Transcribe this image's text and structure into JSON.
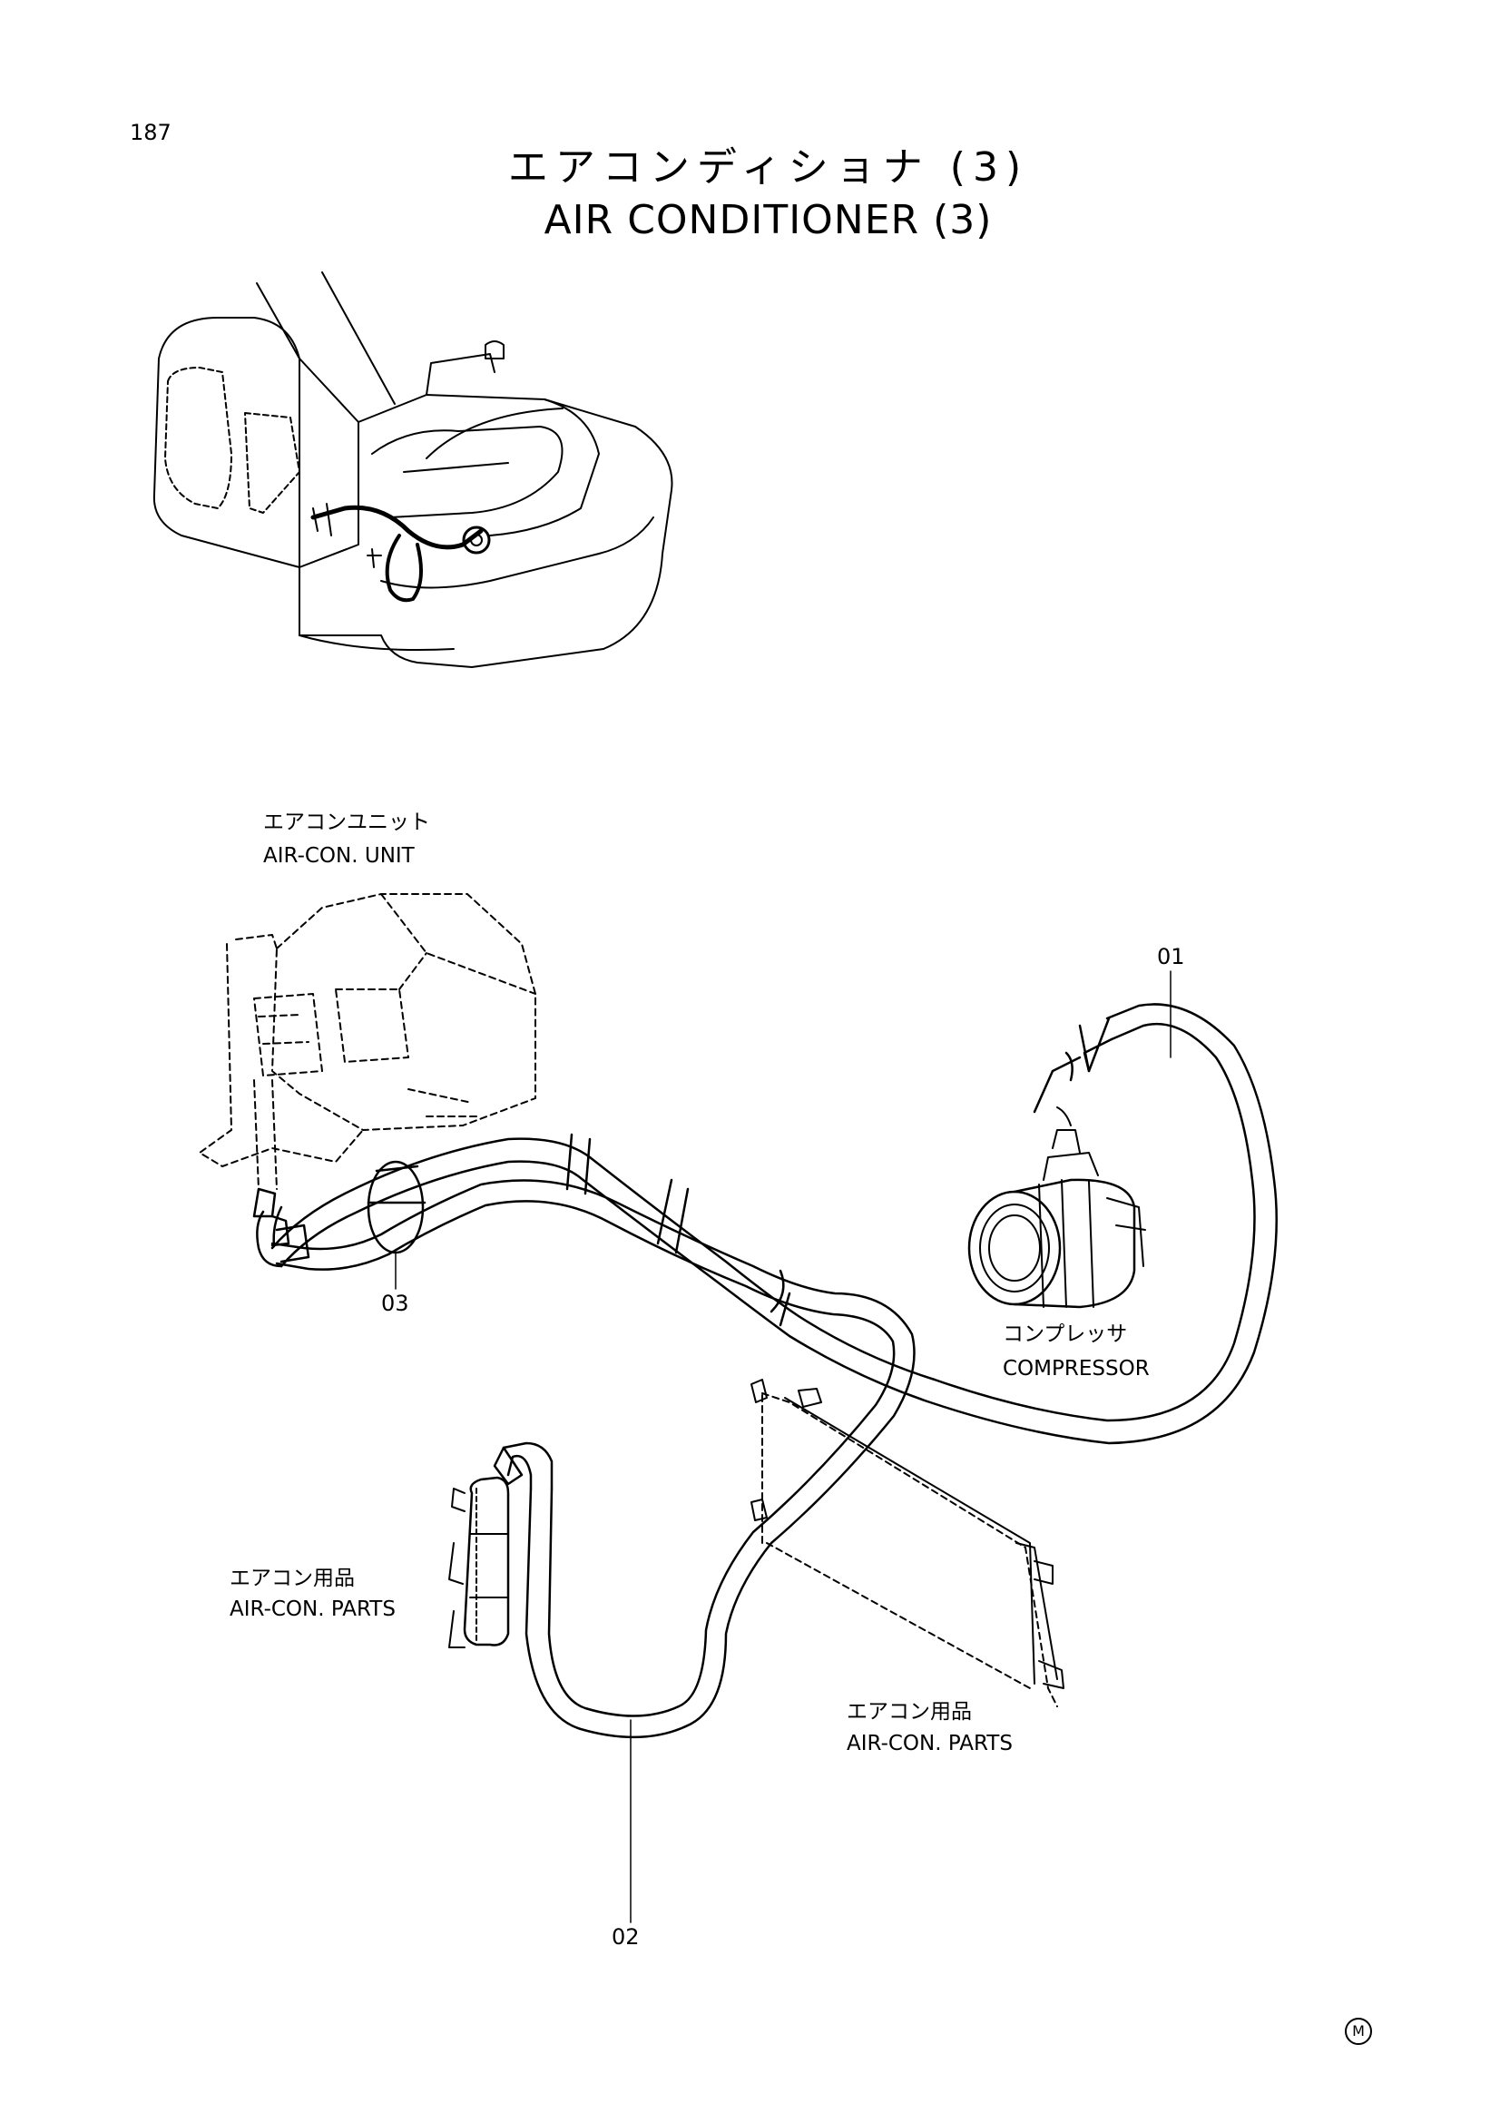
{
  "page": {
    "number": "187"
  },
  "title": {
    "jp": "エアコンディショナ (3)",
    "en": "AIR CONDITIONER (3)"
  },
  "labels": {
    "aircon_unit": {
      "jp": "エアコンユニット",
      "en": "AIR-CON. UNIT"
    },
    "compressor": {
      "jp": "コンプレッサ",
      "en": "COMPRESSOR"
    },
    "aircon_parts_left": {
      "jp": "エアコン用品",
      "en": "AIR-CON. PARTS"
    },
    "aircon_parts_right": {
      "jp": "エアコン用品",
      "en": "AIR-CON. PARTS"
    }
  },
  "callouts": [
    "01",
    "02",
    "03"
  ],
  "footer_mark": "M"
}
